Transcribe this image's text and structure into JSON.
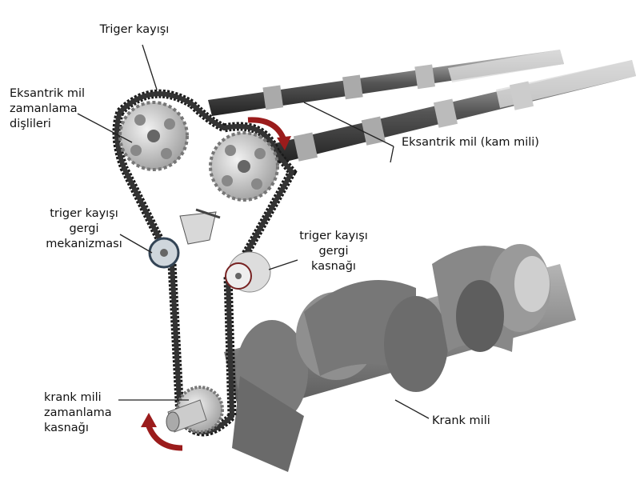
{
  "labels": {
    "timing_belt": "Triger kayışı",
    "cam_gears": [
      "Eksantrik mil",
      "zamanlama",
      "dişlileri"
    ],
    "camshaft": "Eksantrik mil (kam mili)",
    "tensioner": [
      "triger kayışı",
      "gergi",
      "mekanizması"
    ],
    "idler": [
      "triger kayışı",
      "gergi",
      "kasnağı"
    ],
    "crank_pulley": [
      "krank mili",
      "zamanlama",
      "kasnağı"
    ],
    "crankshaft": "Krank mili"
  },
  "colors": {
    "belt": "#1a1a1a",
    "arrow": "#9b1c1c",
    "metal": "#8a8a8a"
  }
}
